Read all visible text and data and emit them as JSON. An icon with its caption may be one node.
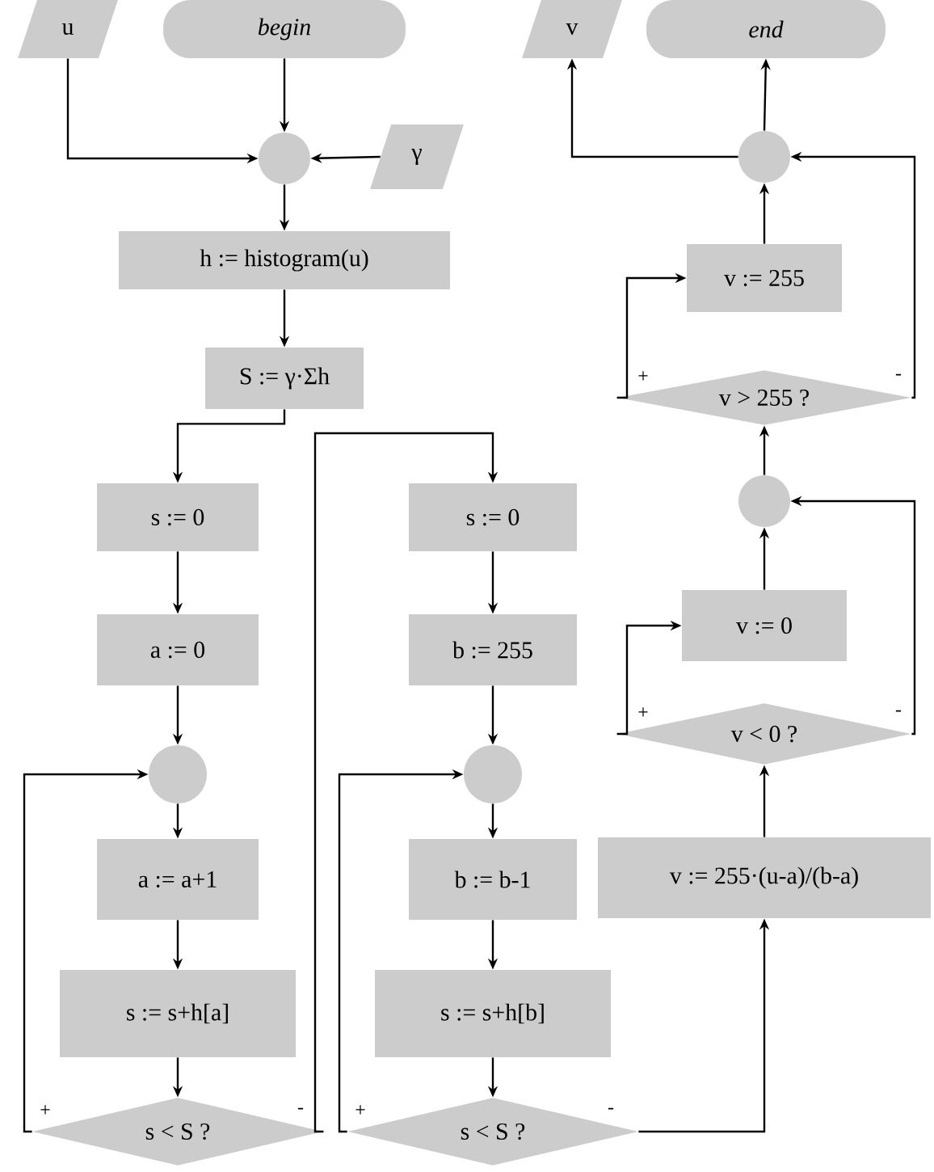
{
  "diagram": {
    "nodes": [
      {
        "text": [
          "u"
        ]
      },
      {
        "text": [
          "begin"
        ]
      },
      {
        "text": [
          "v"
        ]
      },
      {
        "text": [
          "end"
        ]
      },
      {
        "text": [],
        "shape": "circle"
      },
      {
        "text": [
          "γ"
        ]
      },
      {
        "text": [
          "h := histogram(u)"
        ]
      },
      {
        "text": [
          "S := γ·Σh"
        ]
      },
      {
        "text": [],
        "shape": "circle"
      },
      {
        "text": [
          "v := 255"
        ]
      },
      {
        "text": [
          "v > 255 ?"
        ]
      },
      {
        "text": [
          "s := 0"
        ]
      },
      {
        "text": [
          "s := 0"
        ]
      },
      {
        "text": [],
        "shape": "circle"
      },
      {
        "text": [
          "a := 0"
        ]
      },
      {
        "text": [
          "b := 255"
        ]
      },
      {
        "text": [
          "v := 0"
        ]
      },
      {
        "text": [
          "v < 0 ?"
        ]
      },
      {
        "text": [],
        "shape": "circle"
      },
      {
        "text": [],
        "shape": "circle"
      },
      {
        "text": [
          "a := a+1"
        ]
      },
      {
        "text": [
          "b := b-1"
        ]
      },
      {
        "text": [
          "v := 255·(u-a)/(b-a)"
        ]
      },
      {
        "text": [
          "s := s+h[a]"
        ]
      },
      {
        "text": [
          "s := s+h[b]"
        ]
      },
      {
        "text": [
          "s < S ?"
        ]
      },
      {
        "text": [
          "s < S ?"
        ]
      }
    ],
    "edges": [
      {
        "from": 0,
        "to": 4,
        "arrow": "to"
      },
      {
        "from": 1,
        "to": 4,
        "arrow": "to"
      },
      {
        "from": 5,
        "to": 4,
        "arrow": "to"
      },
      {
        "from": 4,
        "to": 6,
        "arrow": "to"
      },
      {
        "from": 6,
        "to": 7,
        "arrow": "to"
      },
      {
        "from": 7,
        "to": 11,
        "arrow": "to"
      },
      {
        "from": 11,
        "to": 14,
        "arrow": "to"
      },
      {
        "from": 14,
        "to": 18,
        "arrow": "to"
      },
      {
        "from": 18,
        "to": 20,
        "arrow": "to"
      },
      {
        "from": 20,
        "to": 23,
        "arrow": "to"
      },
      {
        "from": 23,
        "to": 25,
        "arrow": "to"
      },
      {
        "from": 25,
        "to": 18,
        "arrow": "to",
        "label": "+"
      },
      {
        "from": 25,
        "to": 12,
        "arrow": "to",
        "label": "-"
      },
      {
        "from": 12,
        "to": 15,
        "arrow": "to"
      },
      {
        "from": 15,
        "to": 19,
        "arrow": "to"
      },
      {
        "from": 19,
        "to": 21,
        "arrow": "to"
      },
      {
        "from": 21,
        "to": 24,
        "arrow": "to"
      },
      {
        "from": 24,
        "to": 26,
        "arrow": "to"
      },
      {
        "from": 26,
        "to": 19,
        "arrow": "to",
        "label": "+"
      },
      {
        "from": 26,
        "to": 22,
        "arrow": "to",
        "label": "-"
      },
      {
        "from": 22,
        "to": 17,
        "arrow": "to"
      },
      {
        "from": 17,
        "to": 16,
        "arrow": "to",
        "label": "+"
      },
      {
        "from": 17,
        "to": 13,
        "arrow": "to",
        "label": "-"
      },
      {
        "from": 16,
        "to": 13,
        "arrow": "to"
      },
      {
        "from": 13,
        "to": 10,
        "arrow": "to"
      },
      {
        "from": 10,
        "to": 9,
        "arrow": "to",
        "label": "+"
      },
      {
        "from": 10,
        "to": 8,
        "arrow": "to",
        "label": "-"
      },
      {
        "from": 9,
        "to": 8,
        "arrow": "to"
      },
      {
        "from": 8,
        "to": 3,
        "arrow": "to"
      },
      {
        "from": 8,
        "to": 2,
        "arrow": "to"
      }
    ]
  }
}
